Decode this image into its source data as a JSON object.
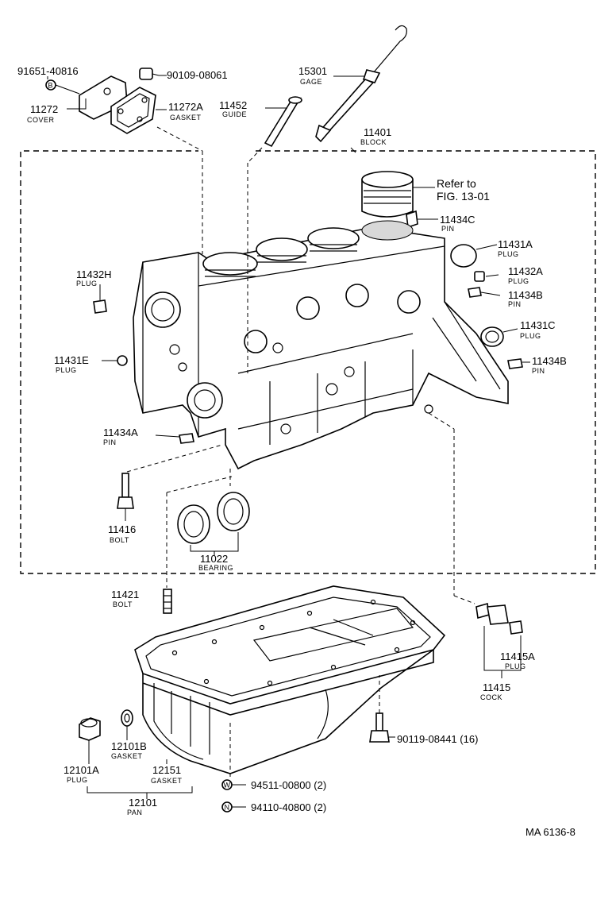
{
  "labels": {
    "p91651": "91651-40816",
    "p90109": "90109-08061",
    "p11272": "11272",
    "n11272": "COVER",
    "p11272A": "11272A",
    "n11272A": "GASKET",
    "p11452": "11452",
    "n11452": "GUIDE",
    "p15301": "15301",
    "n15301": "GAGE",
    "p11401": "11401",
    "n11401": "BLOCK",
    "refer1": "Refer to",
    "refer2": "FIG. 13-01",
    "p11434C": "11434C",
    "n11434C": "PIN",
    "p11431A": "11431A",
    "n11431A": "PLUG",
    "p11432A": "11432A",
    "n11432A": "PLUG",
    "p11434B1": "11434B",
    "n11434B1": "PIN",
    "p11431C": "11431C",
    "n11431C": "PLUG",
    "p11434B2": "11434B",
    "n11434B2": "PIN",
    "p11432H": "11432H",
    "n11432H": "PLUG",
    "p11431E": "11431E",
    "n11431E": "PLUG",
    "p11434A": "11434A",
    "n11434A": "PIN",
    "p11416": "11416",
    "n11416": "BOLT",
    "p11022": "11022",
    "n11022": "BEARING",
    "p11421": "11421",
    "n11421": "BOLT",
    "p11415A": "11415A",
    "n11415A": "PLUG",
    "p11415": "11415",
    "n11415": "COCK",
    "p90119": "90119-08441 (16)",
    "p12101B": "12101B",
    "n12101B": "GASKET",
    "p12151": "12151",
    "n12151": "GASKET",
    "p12101A": "12101A",
    "n12101A": "PLUG",
    "p12101": "12101",
    "n12101": "PAN",
    "p94511": "94511-00800 (2)",
    "p94110": "94110-40800 (2)",
    "badgeB": "B",
    "badgeW": "W",
    "badgeN": "N",
    "drawing_id": "MA 6136-8"
  }
}
